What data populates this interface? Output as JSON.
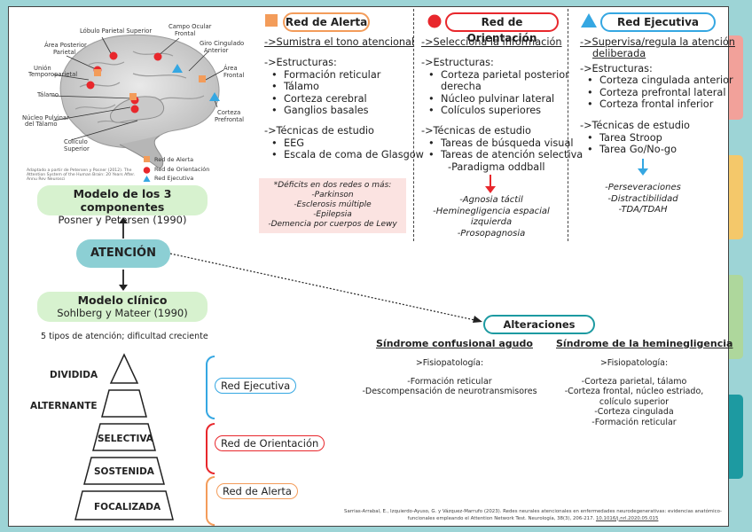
{
  "colors": {
    "teal": "#9dd4d6",
    "alerta": "#f39c5a",
    "orientacion": "#e8272c",
    "ejecutiva": "#35a7e2",
    "green_box": "#d7f2cf",
    "pink_box": "#fbe3e1",
    "atencion": "#8ccfd4"
  },
  "brain": {
    "labels": {
      "pariet_sup": "Lóbulo Parietal Superior",
      "campo_ocular": "Campo Ocular",
      "frontal": "Frontal",
      "area_post": "Área Posterior",
      "parietal": "Parietal",
      "giro": "Giro Cingulado",
      "anterior": "Anterior",
      "unión": "Unión",
      "temporoparietal": "Temporoparietal",
      "area_frontal": "Área Frontal",
      "talamo": "Tálamo",
      "nucleo": "Núcleo Pulvinar",
      "del_talamo": "del Tálamo",
      "corteza": "Corteza",
      "prefrontal": "Prefrontal",
      "coliculo": "Colículo",
      "superior": "Superior"
    },
    "legend": [
      "Red de Alerta",
      "Red de Orientación",
      "Red Ejecutiva"
    ],
    "caption": "Adaptado a partir de Petersen y Posner (2012). The Attention System of the Human Brain: 20 Years After. Annu Rev Neurosci"
  },
  "alerta": {
    "title": "Red de Alerta",
    "desc": "->Sumistra el tono atencional",
    "estructuras_label": "->Estructuras:",
    "estructuras": [
      "Formación reticular",
      "Tálamo",
      "Corteza cerebral",
      "Ganglios basales"
    ],
    "tecnicas_label": "->Técnicas de estudio",
    "tecnicas": [
      "EEG",
      "Escala de coma de Glasgow"
    ]
  },
  "deficits": {
    "title": "*Déficits en dos redes o más:",
    "items": [
      "-Parkinson",
      "-Esclerosis múltiple",
      "-Epilepsia",
      "-Demencia por cuerpos de Lewy"
    ]
  },
  "orientacion": {
    "title": "Red de Orientación",
    "desc": "->Selecciona la información",
    "estructuras_label": "->Estructuras:",
    "estructuras": [
      "Corteza parietal posterior",
      "derecha",
      "Núcleo pulvinar lateral",
      "Colículos superiores"
    ],
    "tecnicas_label": "->Técnicas de estudio",
    "tecnicas": [
      "Tareas de búsqueda visual",
      "Tareas de atención selectiva"
    ],
    "tecnicas_extra": "-Paradigma oddball",
    "alteraciones": [
      "-Agnosia táctil",
      "-Heminegligencia espacial izquierda",
      "-Prosopagnosia"
    ]
  },
  "ejecutiva": {
    "title": "Red Ejecutiva",
    "desc1": "->Supervisa/regula la atención",
    "desc2": "deliberada",
    "estructuras_label": "->Estructuras:",
    "estructuras": [
      "Corteza cingulada anterior",
      "Corteza prefrontal lateral",
      "Corteza frontal inferior"
    ],
    "tecnicas_label": "->Técnicas de estudio",
    "tecnicas": [
      "Tarea Stroop",
      "Tarea Go/No-go"
    ],
    "alteraciones": [
      "-Perseveraciones",
      "-Distractibilidad",
      "-TDA/TDAH"
    ]
  },
  "modelo3": {
    "title": "Modelo de los 3 componentes",
    "subtitle": "Posner y Petersen (1990)"
  },
  "atencion": {
    "label": "ATENCIÓN"
  },
  "clinico": {
    "title": "Modelo clínico",
    "subtitle": "Sohlberg y Mateer (1990)"
  },
  "tipos": "5 tipos de atención; dificultad creciente",
  "pyramid": [
    "DIVIDIDA",
    "ALTERNANTE",
    "SELECTIVA",
    "SOSTENIDA",
    "FOCALIZADA"
  ],
  "braces": [
    "Red Ejecutiva",
    "Red de Orientación",
    "Red de Alerta"
  ],
  "alteraciones": {
    "title": "Alteraciones",
    "confusional": {
      "title": "Síndrome confusional agudo",
      "fisio": ">Fisiopatología:",
      "items": [
        "-Formación reticular",
        "-Descompensación de neurotransmisores"
      ]
    },
    "heminegligencia": {
      "title": "Síndrome de la heminegligencia",
      "fisio": ">Fisiopatología:",
      "items": [
        "-Corteza parietal, tálamo",
        "-Corteza frontal, núcleo estriado,",
        "colículo superior",
        "-Corteza cingulada",
        "-Formación reticular"
      ]
    }
  },
  "citation": {
    "line1": "Sarrias-Arrabal, E., Izquierdo-Ayuso, G. y Vázquez-Marrufo (2023). Redes neurales atencionales en enfermedades neurodegenerativas: evidencias anatómico-",
    "line2": "funcionales empleando el Attention Network Test. Neurología, 38(3), 206-217. ",
    "doi": "10.1016/j.nrl.2020.05.015"
  }
}
